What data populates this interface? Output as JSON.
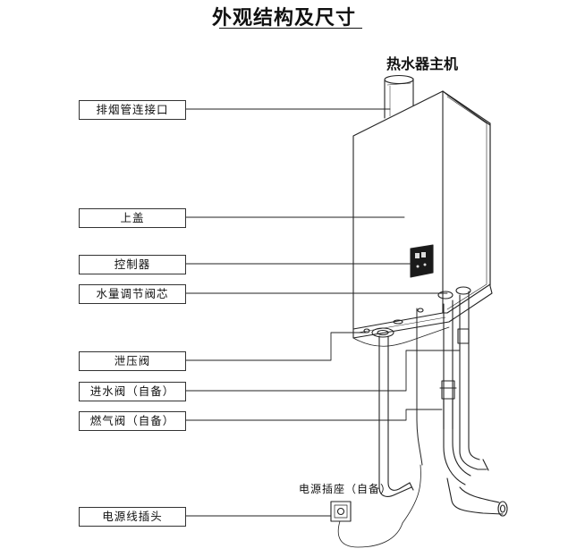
{
  "page": {
    "title": "外观结构及尺寸",
    "product_name": "热水器主机"
  },
  "callouts": [
    {
      "label": "排烟管连接口"
    },
    {
      "label": "上盖"
    },
    {
      "label": "控制器"
    },
    {
      "label": "水量调节阀芯"
    },
    {
      "label": "泄压阀"
    },
    {
      "label": "进水阀（自备）"
    },
    {
      "label": "燃气阀（自备）"
    },
    {
      "label": "电源线插头"
    }
  ],
  "socket_label": "电源插座（自备）"
}
